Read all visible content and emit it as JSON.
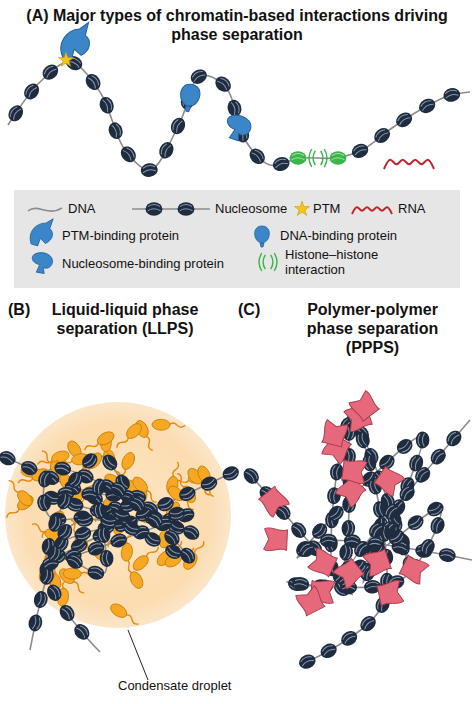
{
  "diagram": {
    "labels": [
      "(A) Major types of chromatin-based interactions driving phase separation",
      "(B)",
      "Liquid-liquid phase separation (LLPS)",
      "(C)",
      "Polymer-polymer phase separation (PPPS)",
      "Condensate droplet"
    ],
    "legend": [
      {
        "text": "DNA"
      },
      {
        "text": "Nucleosome"
      },
      {
        "text": "PTM"
      },
      {
        "text": "RNA"
      },
      {
        "text": "PTM-binding protein"
      },
      {
        "text": "DNA-binding protein"
      },
      {
        "text": "Nucleosome-binding protein"
      },
      {
        "text": "Histone–histone interaction"
      }
    ]
  }
}
